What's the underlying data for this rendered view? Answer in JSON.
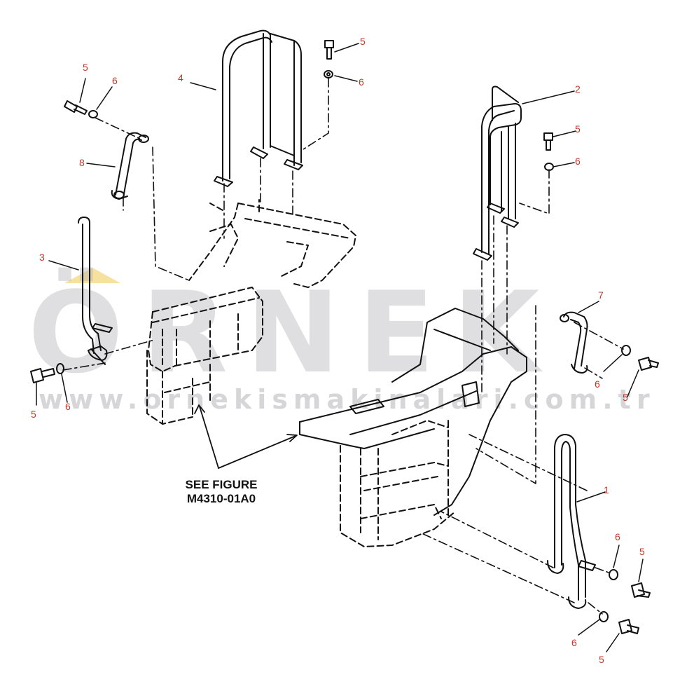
{
  "callouts": {
    "c1": "1",
    "c2": "2",
    "c3": "3",
    "c4": "4",
    "c5": "5",
    "c6": "6",
    "c7": "7",
    "c8": "8"
  },
  "note": {
    "line1": "SEE FIGURE",
    "line2": "M4310-01A0"
  },
  "watermark": {
    "main": "ÖRNEK",
    "url": "www.ornekismakinalari.com.tr"
  },
  "colors": {
    "callout": "#c0392b",
    "line": "#111111",
    "watermark": "#aaaaaf"
  }
}
